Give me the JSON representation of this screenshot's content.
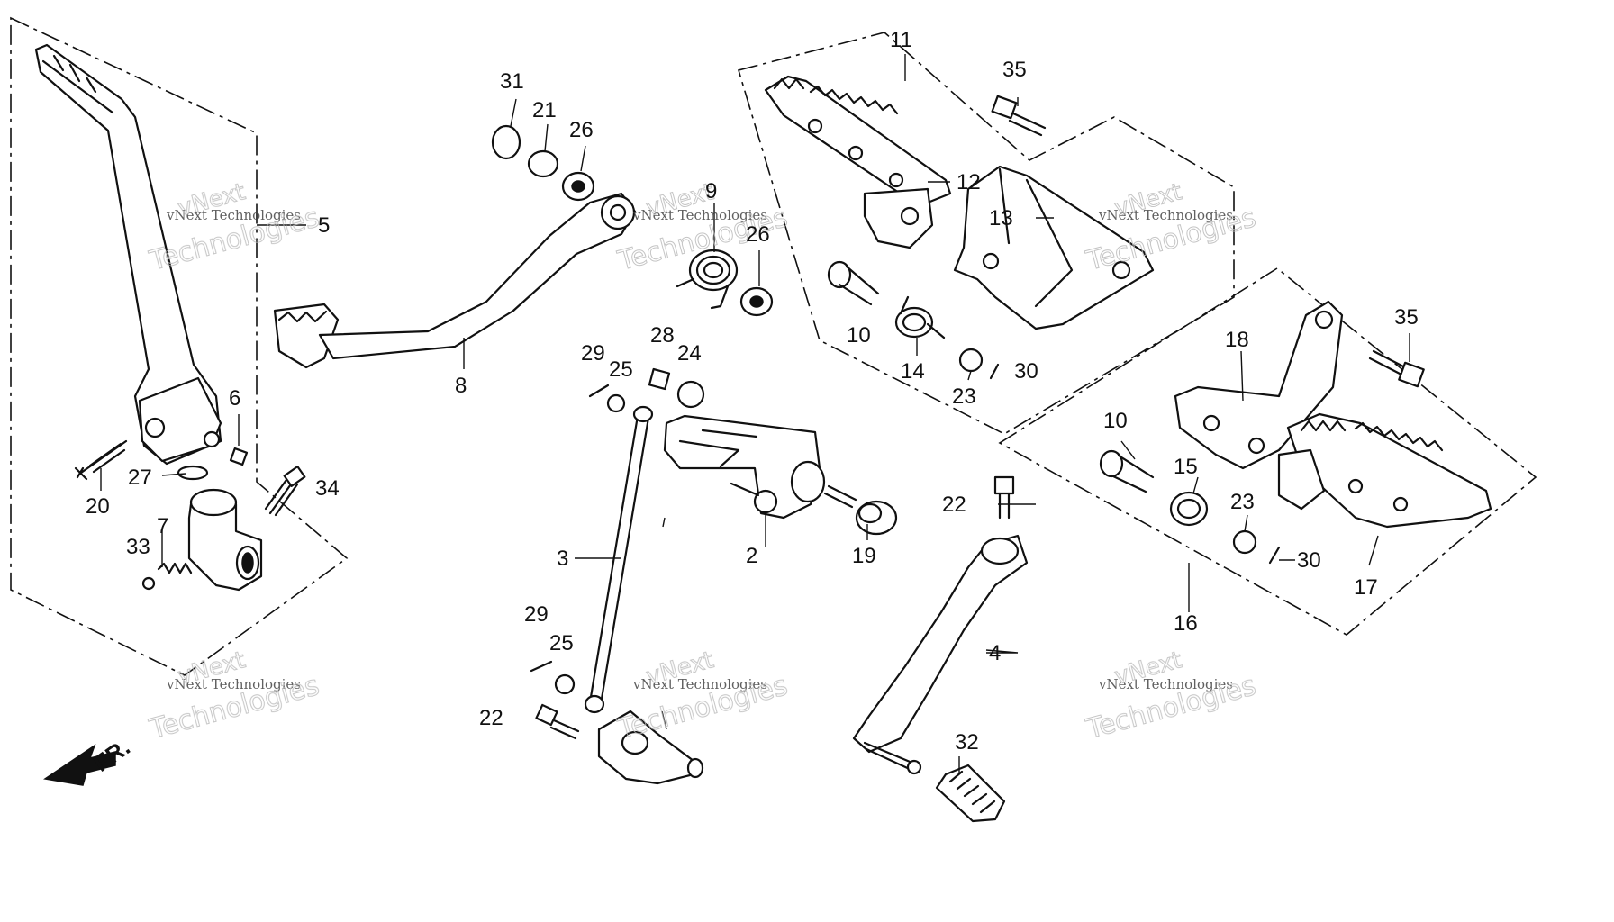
{
  "diagram": {
    "callouts": [
      {
        "id": "2",
        "text": "2"
      },
      {
        "id": "3",
        "text": "3"
      },
      {
        "id": "4",
        "text": "4"
      },
      {
        "id": "5",
        "text": "5"
      },
      {
        "id": "6",
        "text": "6"
      },
      {
        "id": "7",
        "text": "7"
      },
      {
        "id": "8",
        "text": "8"
      },
      {
        "id": "9",
        "text": "9"
      },
      {
        "id": "10a",
        "text": "10"
      },
      {
        "id": "10b",
        "text": "10"
      },
      {
        "id": "11",
        "text": "11"
      },
      {
        "id": "12",
        "text": "12"
      },
      {
        "id": "13",
        "text": "13"
      },
      {
        "id": "14",
        "text": "14"
      },
      {
        "id": "15",
        "text": "15"
      },
      {
        "id": "16",
        "text": "16"
      },
      {
        "id": "17",
        "text": "17"
      },
      {
        "id": "18",
        "text": "18"
      },
      {
        "id": "19",
        "text": "19"
      },
      {
        "id": "20",
        "text": "20"
      },
      {
        "id": "21",
        "text": "21"
      },
      {
        "id": "22a",
        "text": "22"
      },
      {
        "id": "22b",
        "text": "22"
      },
      {
        "id": "23a",
        "text": "23"
      },
      {
        "id": "23b",
        "text": "23"
      },
      {
        "id": "24",
        "text": "24"
      },
      {
        "id": "25a",
        "text": "25"
      },
      {
        "id": "25b",
        "text": "25"
      },
      {
        "id": "26a",
        "text": "26"
      },
      {
        "id": "26b",
        "text": "26"
      },
      {
        "id": "27",
        "text": "27"
      },
      {
        "id": "28",
        "text": "28"
      },
      {
        "id": "29a",
        "text": "29"
      },
      {
        "id": "29b",
        "text": "29"
      },
      {
        "id": "30a",
        "text": "30"
      },
      {
        "id": "30b",
        "text": "30"
      },
      {
        "id": "31",
        "text": "31"
      },
      {
        "id": "32",
        "text": "32"
      },
      {
        "id": "33",
        "text": "33"
      },
      {
        "id": "34",
        "text": "34"
      },
      {
        "id": "35a",
        "text": "35"
      },
      {
        "id": "35b",
        "text": "35"
      }
    ],
    "front_arrow_label": "FR.",
    "watermark": {
      "small": "vNext Technologies",
      "line1": "vNext",
      "line2": "Technologies"
    }
  }
}
